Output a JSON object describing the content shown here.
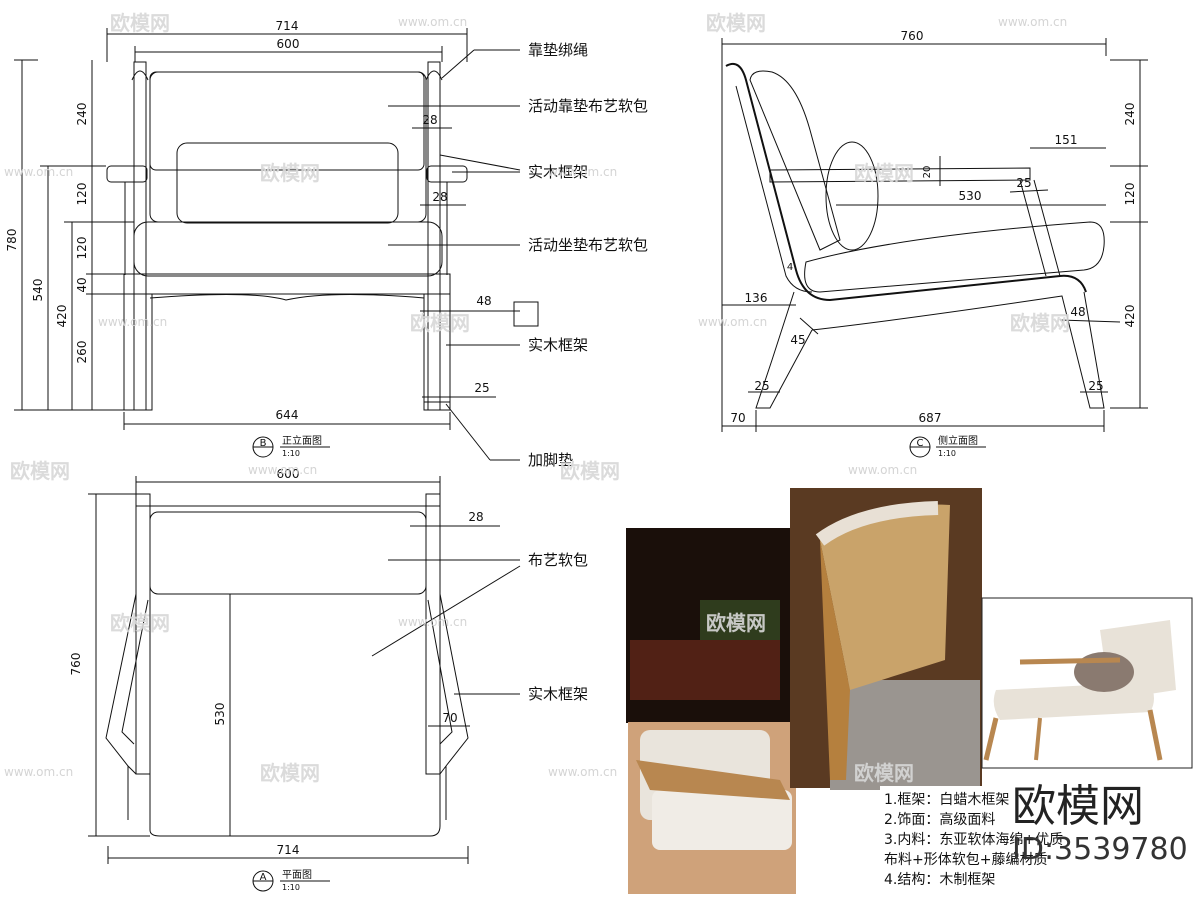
{
  "front_view": {
    "dims": {
      "w714": "714",
      "w600": "600",
      "h240": "240",
      "w28a": "28",
      "h120a": "120",
      "w28b": "28",
      "h120b": "120",
      "h40": "40",
      "h260": "260",
      "h780": "780",
      "h540": "540",
      "h420": "420",
      "w48": "48",
      "w25": "25",
      "w644": "644"
    },
    "callouts": {
      "rope": "靠垫绑绳",
      "back_cushion": "活动靠垫布艺软包",
      "frame1": "实木框架",
      "seat_cushion": "活动坐垫布艺软包",
      "frame2": "实木框架",
      "foot_pad": "加脚垫"
    },
    "title": {
      "letter": "B",
      "name": "正立面图",
      "scale": "1:10"
    }
  },
  "side_view": {
    "dims": {
      "w760": "760",
      "h240": "240",
      "w151": "151",
      "d20": "20",
      "d25a": "25",
      "h120": "120",
      "w530": "530",
      "d4": "4",
      "w136": "136",
      "d45": "45",
      "d48": "48",
      "h420": "420",
      "d25b": "25",
      "d25c": "25",
      "w70": "70",
      "w687": "687"
    },
    "title": {
      "letter": "C",
      "name": "侧立面图",
      "scale": "1:10"
    }
  },
  "plan_view": {
    "dims": {
      "w600": "600",
      "w28": "28",
      "h760": "760",
      "h530": "530",
      "w70": "70",
      "w714": "714"
    },
    "callouts": {
      "fabric": "布艺软包",
      "frame": "实木框架"
    },
    "title": {
      "letter": "A",
      "name": "平面图",
      "scale": "1:10"
    }
  },
  "notes": [
    "1.框架：白蜡木框架",
    "2.饰面：高级面料",
    "3.内料：东亚软体海绵+优质",
    "布料+形体软包+藤编材质",
    "4.结构：木制框架"
  ],
  "brand": {
    "name": "欧模网",
    "id": "ID:3539780"
  },
  "watermark": {
    "text": "欧模网",
    "url": "www.om.cn"
  },
  "colors": {
    "line": "#111111",
    "wood": "#b88750",
    "fabric": "#e8e2d8",
    "dark": "#2a1f18",
    "watermark": "#d8d8d8"
  }
}
